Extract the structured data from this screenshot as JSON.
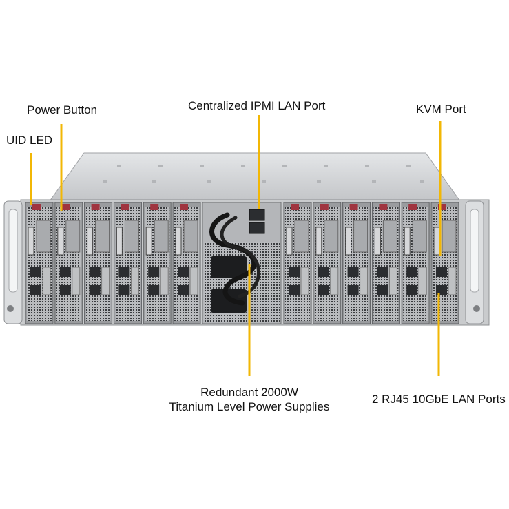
{
  "callouts": {
    "power_button": "Power Button",
    "uid_led": "UID  LED",
    "ipmi_port": "Centralized IPMI LAN Port",
    "kvm_port": "KVM Port",
    "psu_line1": "Redundant  2000W",
    "psu_line2": "Titanium  Level Power Supplies",
    "lan_ports": "2 RJ45  10GbE LAN Ports"
  },
  "colors": {
    "leader_line": "#f2b705",
    "chassis": "#c9cbcd",
    "chassis_top": "#d7d9db",
    "node_face": "#9a9c9f",
    "rj45": "#2b2d30",
    "psu_dark": "#1c1d1f",
    "release_tab": "#a0343f"
  },
  "chassis": {
    "left_node_count": 6,
    "right_node_count": 6
  }
}
